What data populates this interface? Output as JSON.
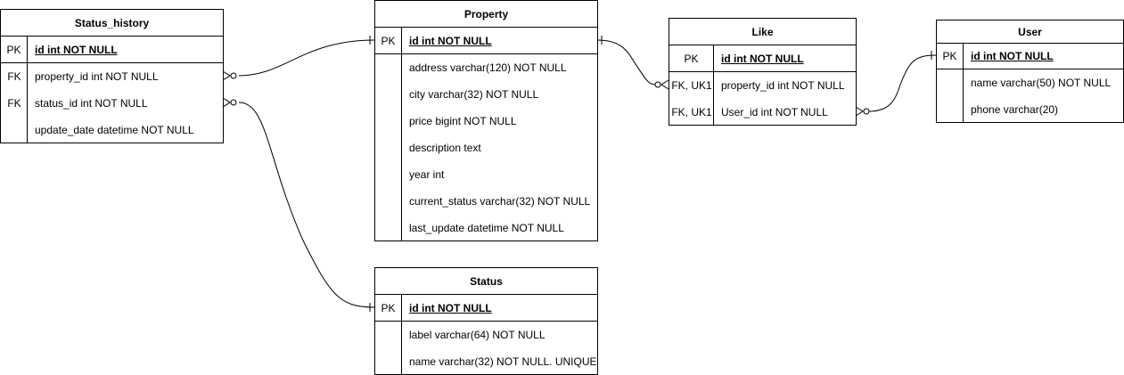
{
  "tables": {
    "status_history": {
      "title": "Status_history",
      "pk": {
        "key": "PK",
        "field": "id int NOT NULL"
      },
      "rows": [
        {
          "key": "FK",
          "field": "property_id int NOT NULL"
        },
        {
          "key": "FK",
          "field": "status_id int NOT NULL"
        },
        {
          "key": "",
          "field": "update_date datetime NOT NULL"
        }
      ]
    },
    "property": {
      "title": "Property",
      "pk": {
        "key": "PK",
        "field": "id int NOT NULL"
      },
      "rows": [
        {
          "key": "",
          "field": "address varchar(120) NOT NULL"
        },
        {
          "key": "",
          "field": "city varchar(32) NOT NULL"
        },
        {
          "key": "",
          "field": "price bigint NOT NULL"
        },
        {
          "key": "",
          "field": "description text"
        },
        {
          "key": "",
          "field": "year int"
        },
        {
          "key": "",
          "field": "current_status varchar(32) NOT NULL"
        },
        {
          "key": "",
          "field": "last_update datetime NOT NULL"
        }
      ]
    },
    "like": {
      "title": "Like",
      "pk": {
        "key": "PK",
        "field": "id int NOT NULL"
      },
      "rows": [
        {
          "key": "FK, UK1",
          "field": "property_id int NOT NULL"
        },
        {
          "key": "FK, UK1",
          "field": "User_id int NOT NULL"
        }
      ]
    },
    "user": {
      "title": "User",
      "pk": {
        "key": "PK",
        "field": "id int NOT NULL"
      },
      "rows": [
        {
          "key": "",
          "field": "name varchar(50) NOT NULL"
        },
        {
          "key": "",
          "field": "phone varchar(20)"
        }
      ]
    },
    "status": {
      "title": "Status",
      "pk": {
        "key": "PK",
        "field": "id int NOT NULL"
      },
      "rows": [
        {
          "key": "",
          "field": "label varchar(64) NOT NULL"
        },
        {
          "key": "",
          "field": "name varchar(32) NOT NULL. UNIQUE"
        }
      ]
    }
  },
  "relationships": [
    {
      "from": "Status_history.property_id",
      "to": "Property.id",
      "cardinality": "many-optional to one"
    },
    {
      "from": "Status_history.status_id",
      "to": "Status.id",
      "cardinality": "many-optional to one"
    },
    {
      "from": "Like.property_id",
      "to": "Property.id",
      "cardinality": "many-optional to one"
    },
    {
      "from": "Like.User_id",
      "to": "User.id",
      "cardinality": "many-optional to one"
    }
  ]
}
